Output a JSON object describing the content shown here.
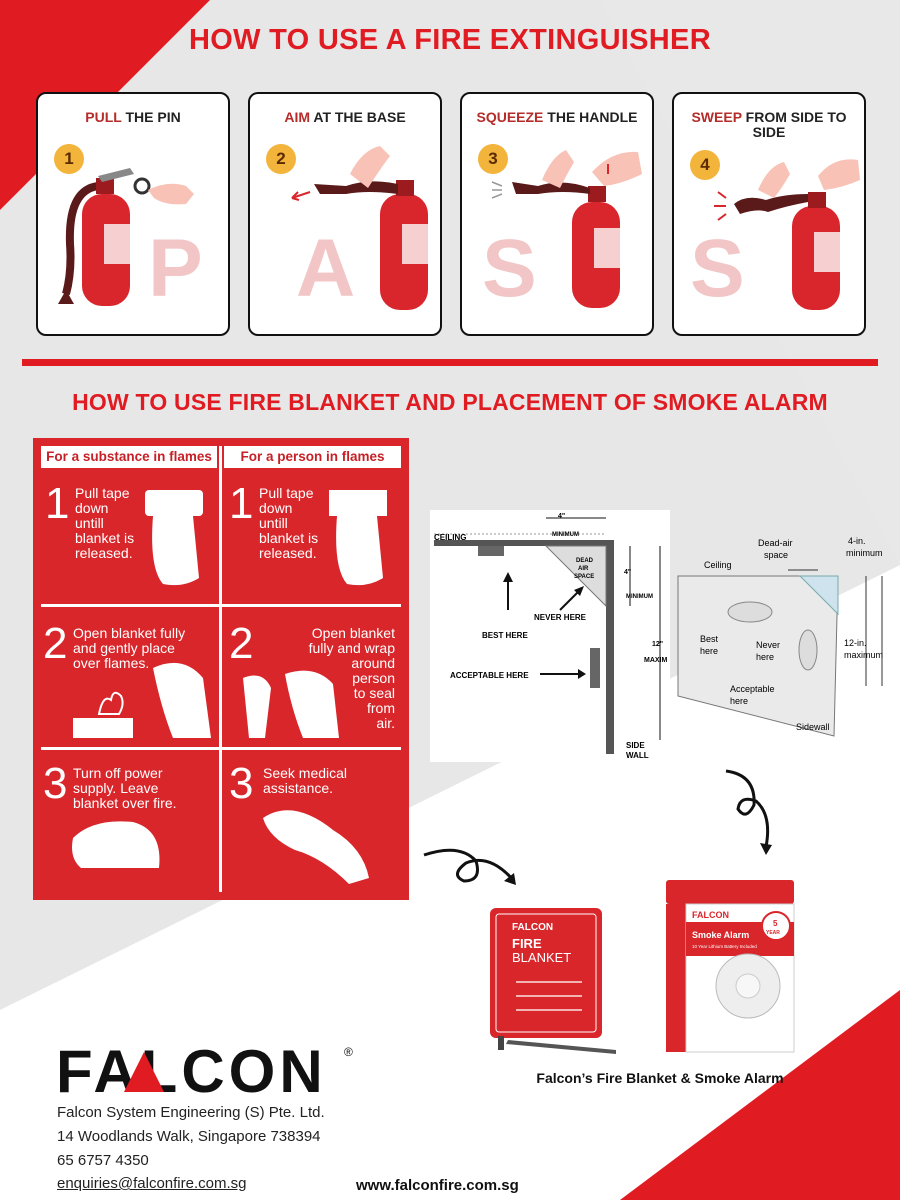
{
  "colors": {
    "brand_red": "#e01b22",
    "panel_red": "#d8262b",
    "step_keyword": "#b52d2a",
    "step_badge": "#f3b43c"
  },
  "extinguisher": {
    "title": "HOW TO USE A FIRE EXTINGUISHER",
    "steps": [
      {
        "keyword": "PULL",
        "rest": " THE PIN",
        "number": "1",
        "letter": "P",
        "icon": "pull-pin-icon"
      },
      {
        "keyword": "AIM",
        "rest": " AT THE BASE",
        "number": "2",
        "letter": "A",
        "icon": "aim-nozzle-icon"
      },
      {
        "keyword": "SQUEEZE",
        "rest": " THE HANDLE",
        "number": "3",
        "letter": "S",
        "icon": "squeeze-handle-icon"
      },
      {
        "keyword": "SWEEP",
        "rest": " FROM SIDE TO SIDE",
        "number": "4",
        "letter": "S",
        "icon": "sweep-icon"
      }
    ]
  },
  "blanket_section": {
    "title": "HOW TO USE FIRE BLANKET AND PLACEMENT OF SMOKE ALARM",
    "columns": [
      "For a substance in flames",
      "For a person in flames"
    ],
    "substance_steps": [
      {
        "number": "1",
        "text": "Pull tape\ndown\nuntill\nblanket is\nreleased."
      },
      {
        "number": "2",
        "text": "Open blanket fully\nand gently place\nover flames."
      },
      {
        "number": "3",
        "text": "Turn off power\nsupply. Leave\nblanket over fire."
      }
    ],
    "person_steps": [
      {
        "number": "1",
        "text": "Pull tape\ndown\nuntill\nblanket is\nreleased."
      },
      {
        "number": "2",
        "text": "Open blanket\nfully and wrap\naround\nperson\nto seal\nfrom\nair."
      },
      {
        "number": "3",
        "text": "Seek medical\nassistance."
      }
    ]
  },
  "smoke_diagram_left": {
    "ceiling": "CEILING",
    "minimum_top": "4\"",
    "minimum_top_label": "MINIMUM",
    "dead_air": [
      "DEAD",
      "AIR",
      "SPACE"
    ],
    "minimum_side": "4\"",
    "minimum_side_label": "MINIMUM",
    "best": "BEST  HERE",
    "never": "NEVER  HERE",
    "twelve": "12\"",
    "maxim": "MAXIM",
    "acceptable": "ACCEPTABLE  HERE",
    "side_wall": [
      "SIDE",
      "WALL"
    ]
  },
  "smoke_diagram_right": {
    "ceiling": "Ceiling",
    "dead_air": [
      "Dead-air",
      "space"
    ],
    "four_in": [
      "4-in.",
      "minimum"
    ],
    "best": [
      "Best",
      "here"
    ],
    "never": [
      "Never",
      "here"
    ],
    "twelve_in": [
      "12-in.",
      "maximum"
    ],
    "acceptable": [
      "Acceptable",
      "here"
    ],
    "sidewall": "Sidewall"
  },
  "products": {
    "caption": "Falcon’s Fire Blanket & Smoke Alarm",
    "blanket_box": {
      "brand": "FALCON",
      "line1": "FIRE",
      "line2": "BLANKET"
    },
    "alarm_box": {
      "brand": "FALCON",
      "product": "Smoke Alarm",
      "subtitle": "10 Year Lithium Battery Included",
      "badge_top": "5",
      "badge_bottom": "YEAR"
    }
  },
  "footer": {
    "logo_text": "FALCON",
    "registered": "®",
    "company": "Falcon System Engineering (S) Pte. Ltd.",
    "address": "14 Woodlands Walk, Singapore 738394",
    "phone": "65 6757 4350",
    "email": "enquiries@falconfire.com.sg",
    "website": "www.falconfire.com.sg"
  }
}
